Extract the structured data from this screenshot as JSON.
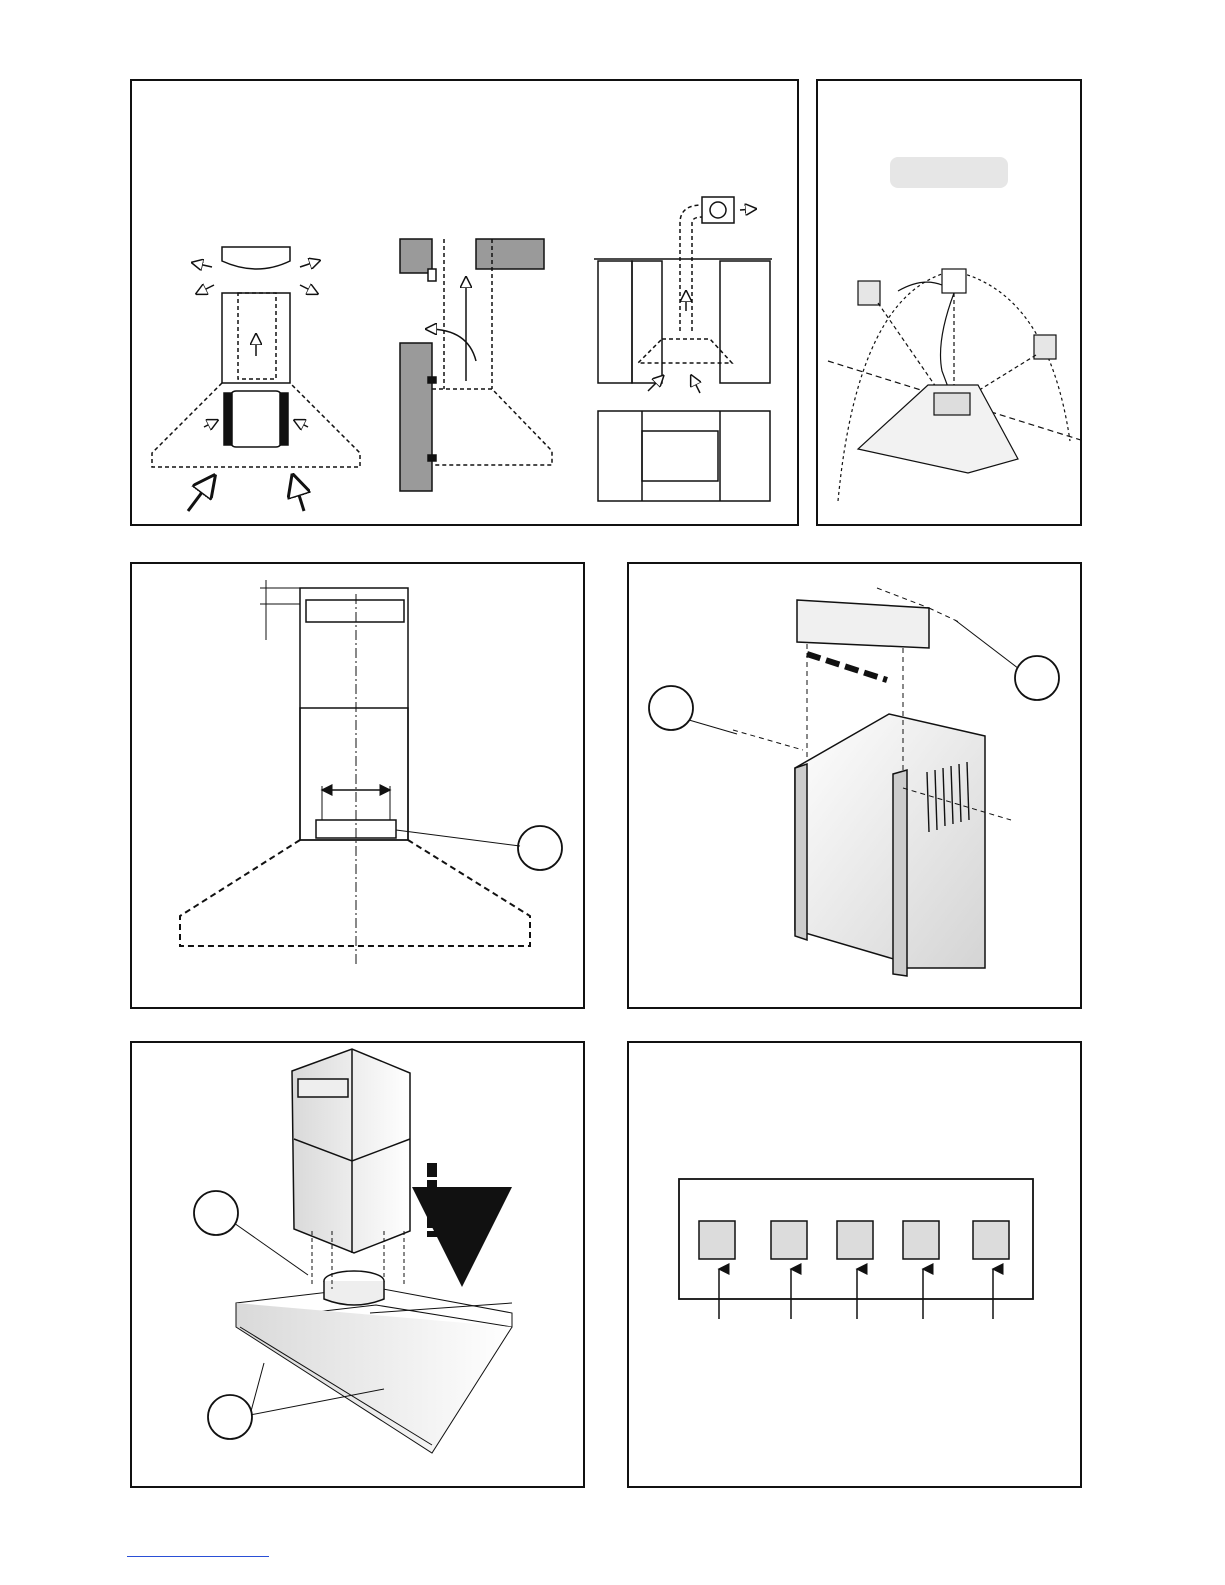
{
  "panels": [
    {
      "id": "airflow-modes"
    },
    {
      "id": "electrical-connection"
    },
    {
      "id": "bracket-position"
    },
    {
      "id": "chimney-bracket-assembly"
    },
    {
      "id": "chimney-fitting"
    },
    {
      "id": "control-panel"
    }
  ],
  "control_panel": {
    "button_count": 5
  },
  "colors": {
    "line": "#111111",
    "wall_gray": "#9a9a9a",
    "button_fill": "#dcdcdc",
    "pill_fill": "#e6e6e6",
    "link": "#2a4fd6"
  }
}
